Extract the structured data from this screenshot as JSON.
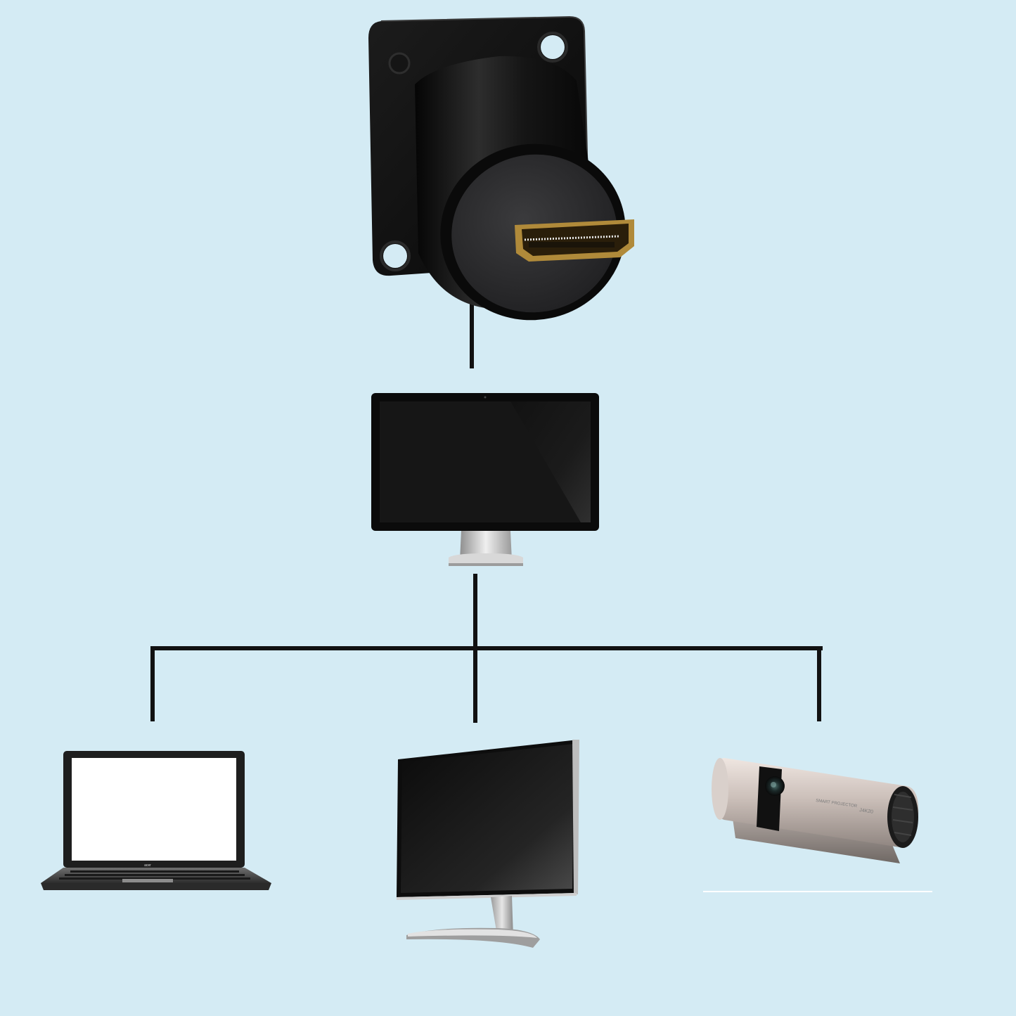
{
  "diagram": {
    "nodes": [
      {
        "id": "hdmi-connector",
        "icon": "hdmi-panel-connector-icon"
      },
      {
        "id": "central-monitor",
        "icon": "desktop-monitor-icon"
      },
      {
        "id": "laptop",
        "icon": "laptop-icon",
        "brand_text": "acer"
      },
      {
        "id": "monitor",
        "icon": "monitor-icon"
      },
      {
        "id": "projector",
        "icon": "mini-projector-icon",
        "brand_text": "J4K20"
      }
    ],
    "edges": [
      {
        "from": "hdmi-connector",
        "to": "central-monitor"
      },
      {
        "from": "central-monitor",
        "to": "laptop"
      },
      {
        "from": "central-monitor",
        "to": "monitor"
      },
      {
        "from": "central-monitor",
        "to": "projector"
      }
    ]
  },
  "colors": {
    "background": "#d4ebf4",
    "line": "#111111",
    "device_black": "#0f0f0f",
    "silver": "#c8c8c8",
    "gold": "#b08a3a"
  }
}
